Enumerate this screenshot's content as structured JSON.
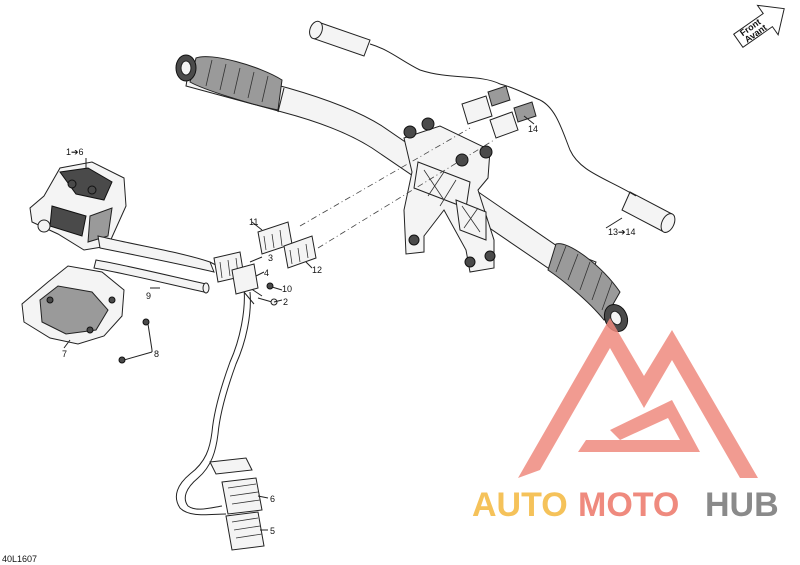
{
  "diagram": {
    "catalog_code": "40L1607",
    "front_arrow": {
      "line1": "Front",
      "line2": "Avant"
    },
    "callouts": [
      {
        "id": "c1",
        "text": "1➔6"
      },
      {
        "id": "c2",
        "text": "2"
      },
      {
        "id": "c3",
        "text": "3"
      },
      {
        "id": "c4",
        "text": "4"
      },
      {
        "id": "c5",
        "text": "5"
      },
      {
        "id": "c6",
        "text": "6"
      },
      {
        "id": "c7",
        "text": "7"
      },
      {
        "id": "c8",
        "text": "8"
      },
      {
        "id": "c9",
        "text": "9"
      },
      {
        "id": "c10",
        "text": "10"
      },
      {
        "id": "c11",
        "text": "11"
      },
      {
        "id": "c12",
        "text": "12"
      },
      {
        "id": "c13",
        "text": "13➔14"
      },
      {
        "id": "c14",
        "text": "14"
      }
    ]
  },
  "watermark": {
    "brand_part1": "AUTO",
    "brand_part2": "MOTO",
    "brand_part3": "HUB",
    "color1": "#f5c25a",
    "color2": "#ef8a7e",
    "color3": "#8a8a8a"
  }
}
